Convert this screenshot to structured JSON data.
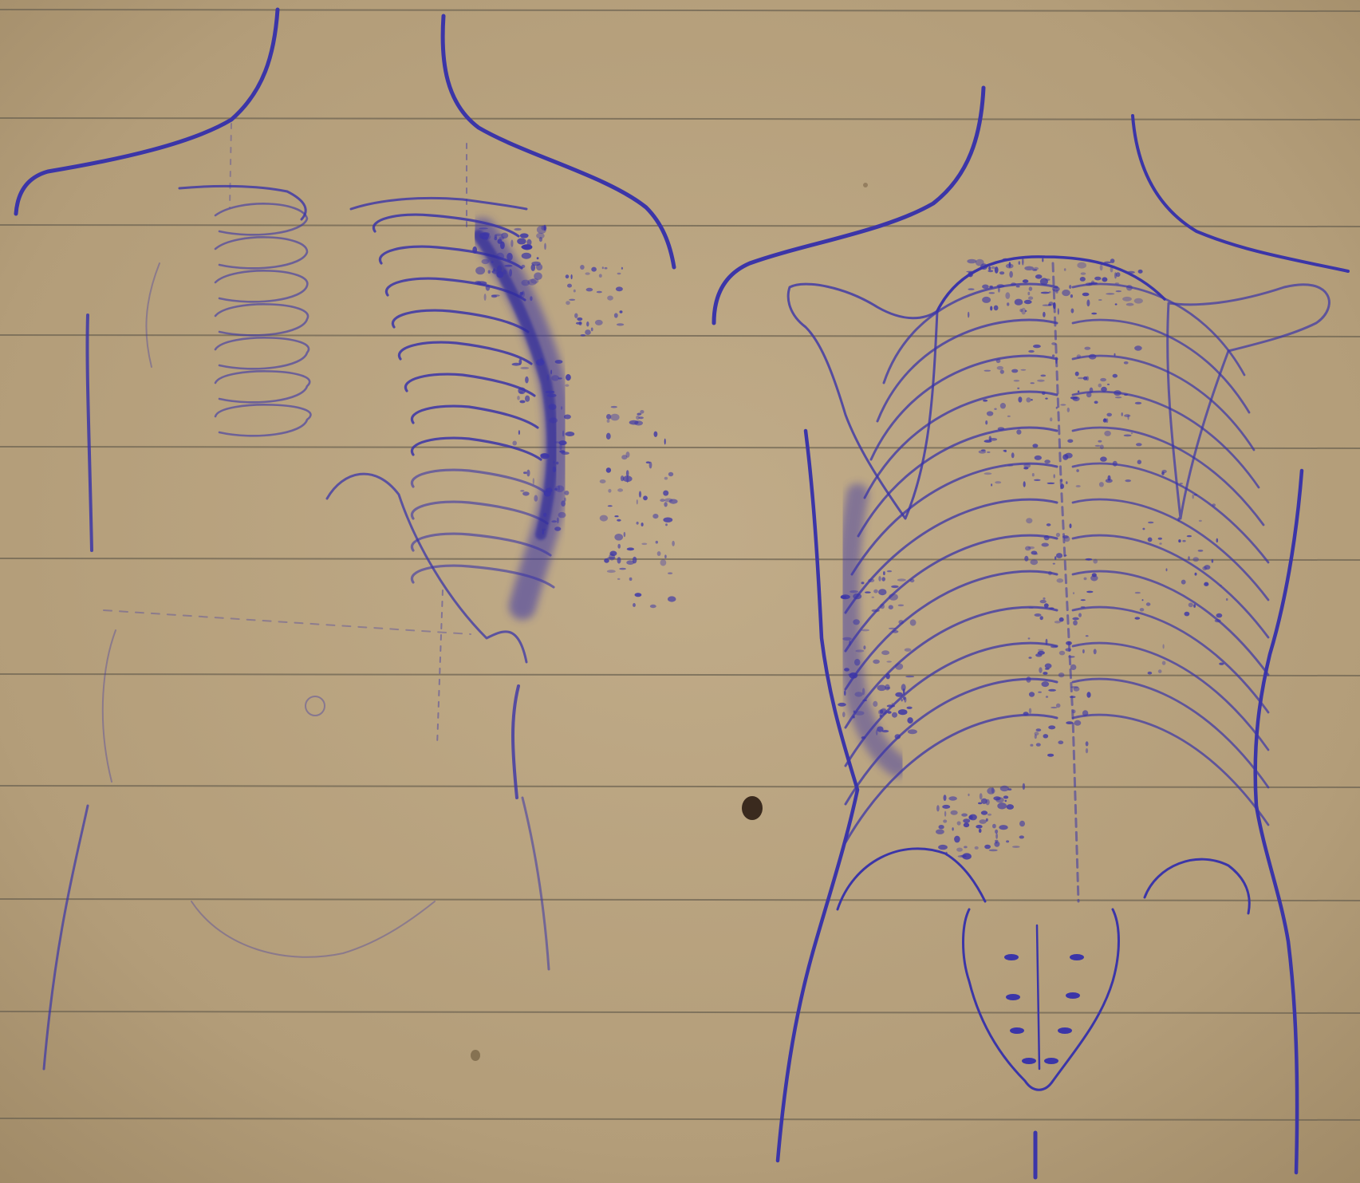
{
  "sheet": {
    "paper_color": "#b8a27f",
    "paper_shade_color": "#a58f6c",
    "rule_color": "#6f6553",
    "ink_color": "#3b35a8",
    "ink_light_color": "#6e68c2",
    "stain_color": "#3a2a1e"
  },
  "figures": [
    {
      "name": "front-torso-outline",
      "view": "front"
    },
    {
      "name": "back-torso-outline",
      "view": "back"
    }
  ]
}
